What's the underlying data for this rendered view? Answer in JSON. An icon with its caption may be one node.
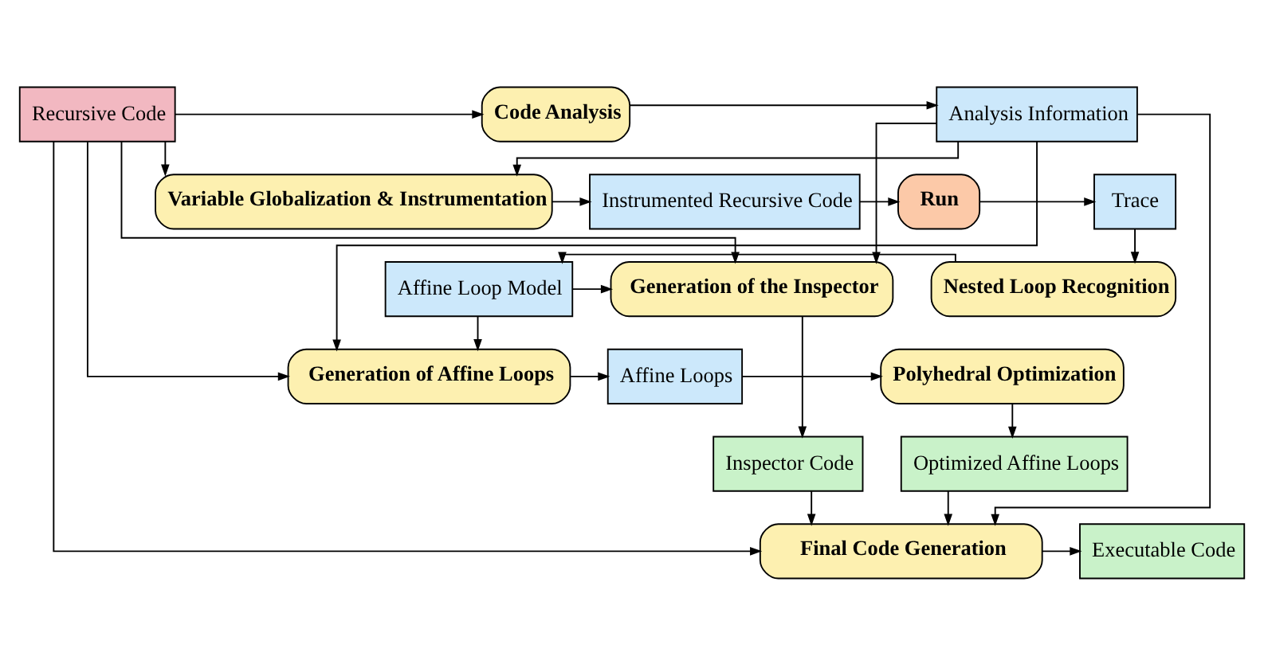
{
  "diagram": {
    "nodes": [
      {
        "text": [
          "Recursive Code"
        ]
      },
      {
        "text": [
          "Code Analysis"
        ]
      },
      {
        "text": [
          "Analysis Information"
        ]
      },
      {
        "text": [
          "Variable Globalization & Instrumentation"
        ]
      },
      {
        "text": [
          "Instrumented Recursive Code"
        ]
      },
      {
        "text": [
          "Run"
        ]
      },
      {
        "text": [
          "Trace"
        ]
      },
      {
        "text": [
          "Generation of the Inspector"
        ]
      },
      {
        "text": [
          "Affine Loop Model"
        ]
      },
      {
        "text": [
          "Nested Loop Recognition"
        ]
      },
      {
        "text": [
          "Generation of Affine Loops"
        ]
      },
      {
        "text": [
          "Affine Loops"
        ]
      },
      {
        "text": [
          "Polyhedral Optimization"
        ]
      },
      {
        "text": [
          "Inspector Code"
        ]
      },
      {
        "text": [
          "Optimized Affine Loops"
        ]
      },
      {
        "text": [
          "Final Code Generation"
        ]
      },
      {
        "text": [
          "Executable Code"
        ]
      }
    ],
    "edges": [
      {
        "from": 0,
        "to": 1,
        "arrow": "to"
      },
      {
        "from": 1,
        "to": 2,
        "arrow": "to"
      },
      {
        "from": 0,
        "to": 3,
        "arrow": "to"
      },
      {
        "from": 2,
        "to": 3,
        "arrow": "to"
      },
      {
        "from": 0,
        "to": 7,
        "arrow": "to"
      },
      {
        "from": 2,
        "to": 7,
        "arrow": "to"
      },
      {
        "from": 0,
        "to": 10,
        "arrow": "to"
      },
      {
        "from": 2,
        "to": 10,
        "arrow": "to"
      },
      {
        "from": 0,
        "to": 15,
        "arrow": "to"
      },
      {
        "from": 2,
        "to": 15,
        "arrow": "to"
      },
      {
        "from": 3,
        "to": 4,
        "arrow": "to"
      },
      {
        "from": 4,
        "to": 5,
        "arrow": "to"
      },
      {
        "from": 5,
        "to": 6,
        "arrow": "to"
      },
      {
        "from": 6,
        "to": 9,
        "arrow": "to"
      },
      {
        "from": 9,
        "to": 8,
        "arrow": "to"
      },
      {
        "from": 8,
        "to": 7,
        "arrow": "to"
      },
      {
        "from": 8,
        "to": 10,
        "arrow": "to"
      },
      {
        "from": 7,
        "to": 13,
        "arrow": "to"
      },
      {
        "from": 10,
        "to": 11,
        "arrow": "to"
      },
      {
        "from": 11,
        "to": 12,
        "arrow": "to"
      },
      {
        "from": 12,
        "to": 14,
        "arrow": "to"
      },
      {
        "from": 14,
        "to": 15,
        "arrow": "to"
      },
      {
        "from": 13,
        "to": 15,
        "arrow": "to"
      },
      {
        "from": 15,
        "to": 16,
        "arrow": "to"
      }
    ]
  }
}
